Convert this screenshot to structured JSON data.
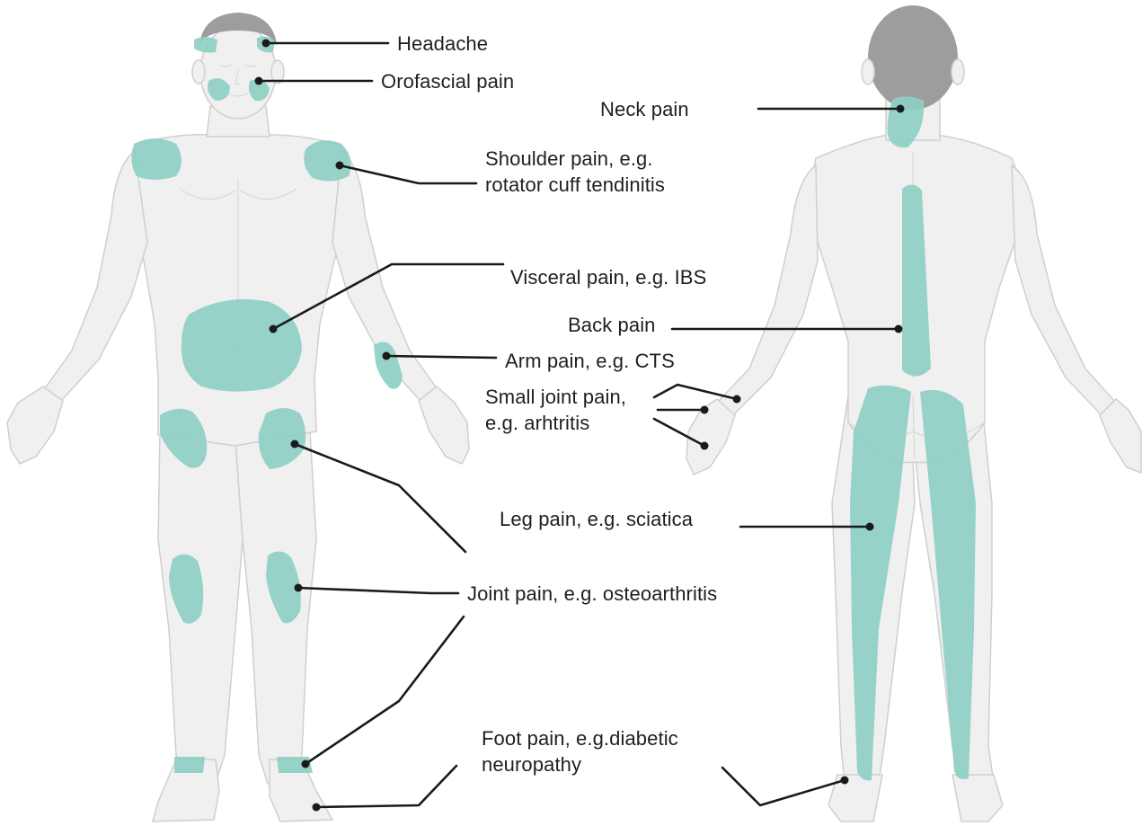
{
  "labels": {
    "headache": "Headache",
    "orofacial": "Orofascial pain",
    "neck": "Neck pain",
    "shoulder_line1": "Shoulder pain, e.g.",
    "shoulder_line2": "rotator cuff tendinitis",
    "visceral": "Visceral pain, e.g. IBS",
    "back": "Back pain",
    "arm": "Arm pain, e.g. CTS",
    "small_joint_line1": "Small joint pain,",
    "small_joint_line2": "e.g. arhtritis",
    "leg": "Leg pain, e.g. sciatica",
    "joint": "Joint pain, e.g. osteoarthritis",
    "foot_line1": "Foot pain, e.g.diabetic",
    "foot_line2": "neuropathy"
  },
  "colors": {
    "pain_highlight": "#8fcfc6",
    "body_fill": "#f0f0f0",
    "hair": "#9d9d9d",
    "leader_line": "#1a1a1a"
  }
}
